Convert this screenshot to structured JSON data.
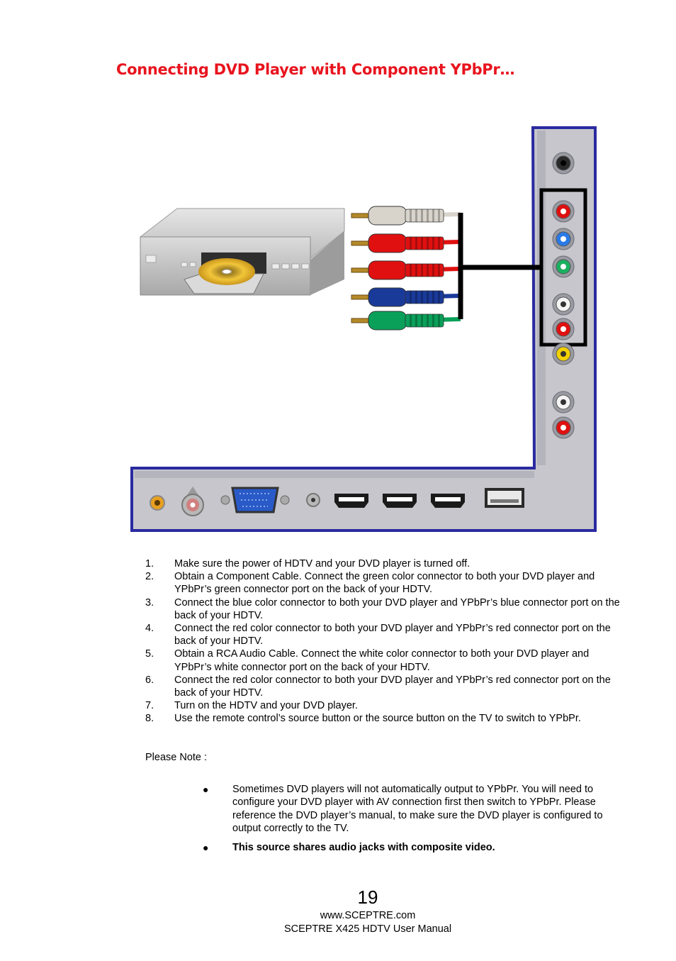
{
  "title": "Connecting DVD Player with Component YPbPr…",
  "steps": [
    {
      "num": "1.",
      "text": "Make sure the power of HDTV and your DVD player is turned off."
    },
    {
      "num": "2.",
      "text": "Obtain a Component Cable. Connect the green color connector to both your DVD player and YPbPr’s green connector port on the back of your HDTV."
    },
    {
      "num": "3.",
      "text": "Connect the blue color connector to both your DVD player and YPbPr’s blue connector port on the back of your HDTV."
    },
    {
      "num": "4.",
      "text": "Connect the red color connector to both your DVD player and YPbPr’s red connector port on the back of your HDTV."
    },
    {
      "num": "5.",
      "text": "Obtain a RCA Audio Cable.  Connect the white color connector to both your DVD player and YPbPr’s white connector port on the back of your HDTV."
    },
    {
      "num": "6.",
      "text": "Connect the red color connector to both your DVD player and YPbPr’s red connector port on the back of your HDTV."
    },
    {
      "num": "7.",
      "text": "Turn on the HDTV and your DVD player."
    },
    {
      "num": "8.",
      "text": "Use the remote control’s source button or the source button on the TV to switch to YPbPr."
    }
  ],
  "note_label": "Please Note :",
  "notes": [
    {
      "text": "Sometimes DVD players will not automatically output to YPbPr.  You will need to configure your DVD player with AV connection first then switch to YPbPr.  Please reference the DVD player’s manual, to make sure the DVD player is configured to output correctly to the TV."
    },
    {
      "text": "This source shares audio jacks with composite video."
    }
  ],
  "bullet_glyph": "●",
  "page_number": "19",
  "footer": {
    "website": "www.SCEPTRE.com",
    "manual": "SCEPTRE X425 HDTV User Manual"
  },
  "colors": {
    "title": "#e8141e",
    "panel_border": "#2a2aa0",
    "panel_fill": "#c8c8ce",
    "plug_white": "#d8d4cc",
    "plug_red": "#e01010",
    "plug_blue": "#1a3a9a",
    "plug_green": "#0aa05a"
  }
}
